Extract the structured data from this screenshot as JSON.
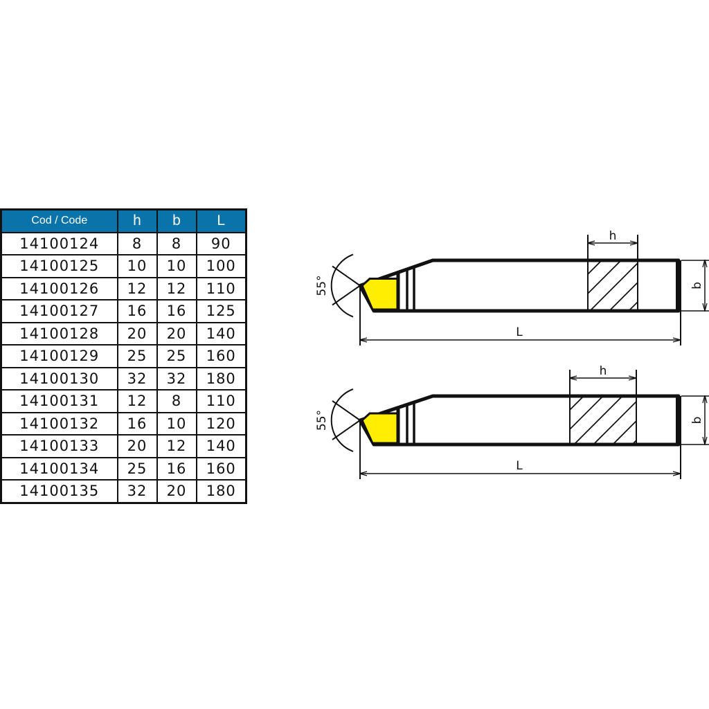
{
  "table": {
    "headers": [
      "Cod / Code",
      "h",
      "b",
      "L"
    ],
    "header_color": "#0a73aa",
    "rows": [
      [
        "14100124",
        "8",
        "8",
        "90"
      ],
      [
        "14100125",
        "10",
        "10",
        "100"
      ],
      [
        "14100126",
        "12",
        "12",
        "110"
      ],
      [
        "14100127",
        "16",
        "16",
        "125"
      ],
      [
        "14100128",
        "20",
        "20",
        "140"
      ],
      [
        "14100129",
        "25",
        "25",
        "160"
      ],
      [
        "14100130",
        "32",
        "32",
        "180"
      ],
      [
        "14100131",
        "12",
        "8",
        "110"
      ],
      [
        "14100132",
        "16",
        "10",
        "120"
      ],
      [
        "14100133",
        "20",
        "12",
        "140"
      ],
      [
        "14100134",
        "25",
        "16",
        "160"
      ],
      [
        "14100135",
        "32",
        "20",
        "180"
      ]
    ]
  },
  "drawings": [
    {
      "name": "square-shank-tool",
      "angle_label": "55°",
      "h_label": "h",
      "b_label": "b",
      "L_label": "L"
    },
    {
      "name": "rectangular-shank-tool",
      "angle_label": "55°",
      "h_label": "h",
      "b_label": "b",
      "L_label": "L"
    }
  ],
  "colors": {
    "insert": "#ffee00",
    "line": "#111111"
  }
}
